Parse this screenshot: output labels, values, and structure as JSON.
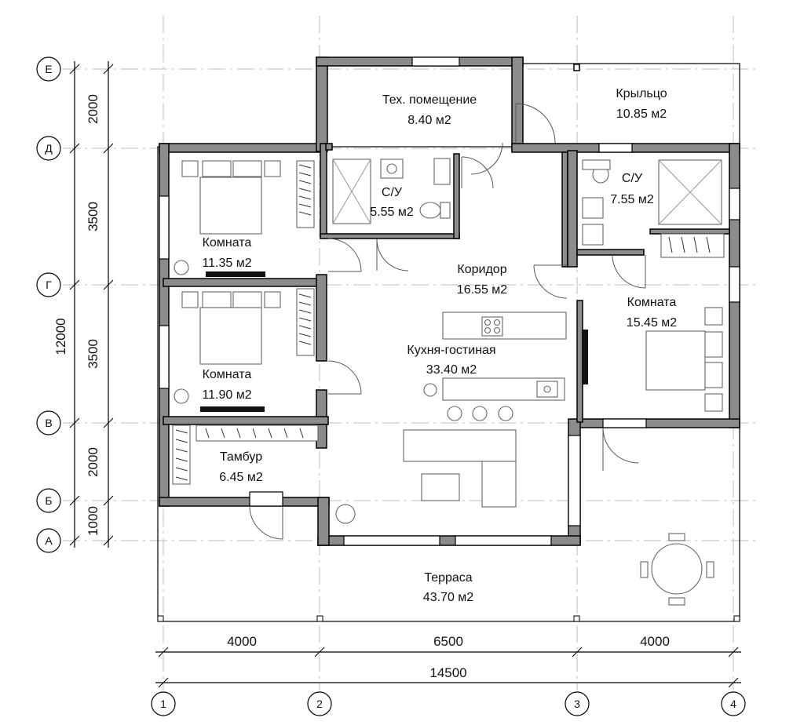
{
  "rooms": [
    {
      "name": "Тех. помещение",
      "area": "8.40 м2"
    },
    {
      "name": "Крыльцо",
      "area": "10.85 м2"
    },
    {
      "name": "С/У",
      "area": "5.55 м2"
    },
    {
      "name": "С/У",
      "area": "7.55 м2"
    },
    {
      "name": "Комната",
      "area": "11.35 м2"
    },
    {
      "name": "Коридор",
      "area": "16.55 м2"
    },
    {
      "name": "Комната",
      "area": "15.45 м2"
    },
    {
      "name": "Кухня-гостиная",
      "area": "33.40 м2"
    },
    {
      "name": "Комната",
      "area": "11.90 м2"
    },
    {
      "name": "Тамбур",
      "area": "6.45 м2"
    },
    {
      "name": "Терраса",
      "area": "43.70 м2"
    }
  ],
  "axes_rows": [
    "Е",
    "Д",
    "Г",
    "В",
    "Б",
    "А"
  ],
  "axes_cols": [
    "1",
    "2",
    "3",
    "4"
  ],
  "dims_vertical": [
    "2000",
    "3500",
    "3500",
    "2000",
    "1000"
  ],
  "dim_total_vertical": "12000",
  "dims_horizontal": [
    "4000",
    "6500",
    "4000"
  ],
  "dim_total_horizontal": "14500"
}
